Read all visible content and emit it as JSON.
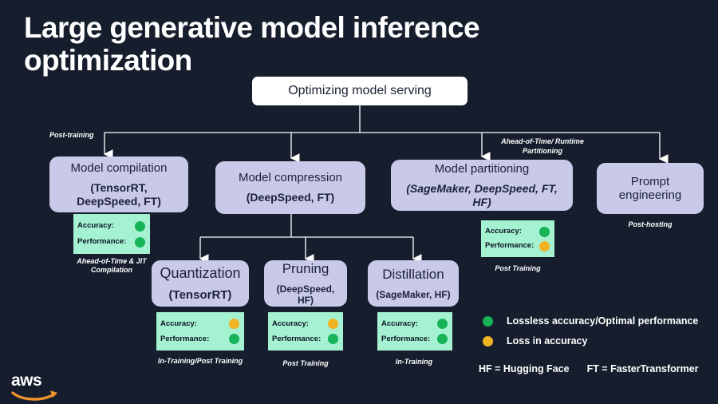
{
  "slide": {
    "title": "Large generative model inference optimization",
    "background_color": "#161e2d",
    "node_color": "#c9cae9",
    "status_card_color": "#a5f2d2",
    "green": "#16b358",
    "yellow": "#f0b323"
  },
  "root": {
    "label": "Optimizing model serving"
  },
  "edge_labels": {
    "post_training": "Post-training",
    "aot_runtime_partitioning": "Ahead-of-Time/ Runtime\nPartitioning"
  },
  "level1": [
    {
      "name": "model-compilation",
      "title": "Model compilation",
      "sub": "(TensorRT, DeepSpeed, FT)",
      "caption": "Ahead-of-Time & JIT Compilation",
      "status": {
        "accuracy_label": "Accuracy:",
        "accuracy_state": "green",
        "performance_label": "Performance:",
        "performance_state": "green"
      }
    },
    {
      "name": "model-compression",
      "title": "Model compression",
      "sub": "(DeepSpeed, FT)",
      "caption": "",
      "status": null
    },
    {
      "name": "model-partitioning",
      "title": "Model partitioning",
      "sub": "(SageMaker, DeepSpeed, FT, HF)",
      "caption": "Post Training",
      "status": {
        "accuracy_label": "Accuracy:",
        "accuracy_state": "green",
        "performance_label": "Performance:",
        "performance_state": "yellow"
      }
    },
    {
      "name": "prompt-engineering",
      "title": "Prompt engineering",
      "sub": "",
      "caption": "Post-hosting",
      "status": null
    }
  ],
  "level2": [
    {
      "name": "quantization",
      "title": "Quantization",
      "sub": "(TensorRT)",
      "caption": "In-Training/Post Training",
      "status": {
        "accuracy_label": "Accuracy:",
        "accuracy_state": "yellow",
        "performance_label": "Performance:",
        "performance_state": "green"
      }
    },
    {
      "name": "pruning",
      "title": "Pruning",
      "sub": "(DeepSpeed, HF)",
      "caption": "Post Training",
      "status": {
        "accuracy_label": "Accuracy:",
        "accuracy_state": "yellow",
        "performance_label": "Performance:",
        "performance_state": "green"
      }
    },
    {
      "name": "distillation",
      "title": "Distillation",
      "sub": "(SageMaker, HF)",
      "caption": "In-Training",
      "status": {
        "accuracy_label": "Accuracy:",
        "accuracy_state": "green",
        "performance_label": "Performance:",
        "performance_state": "green"
      }
    }
  ],
  "legend": {
    "items": [
      {
        "state": "green",
        "text": "Lossless accuracy/Optimal performance"
      },
      {
        "state": "yellow",
        "text": "Loss in accuracy"
      }
    ],
    "abbreviations": [
      "HF = Hugging Face",
      "FT = FasterTransformer"
    ]
  },
  "branding": {
    "logo_text": "aws"
  }
}
